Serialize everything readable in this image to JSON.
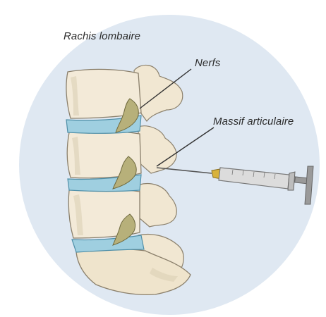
{
  "diagram": {
    "title": "Rachis lombaire",
    "labels": {
      "nerves": "Nerfs",
      "facet_joint": "Massif articulaire"
    },
    "colors": {
      "background_circle": "#dfe8f2",
      "bone": "#f3ead8",
      "bone_shade": "#d9cdb2",
      "bone_outline": "#8b806c",
      "disc": "#9fcfe0",
      "disc_outline": "#4f8fa8",
      "nerve": "#b7b07a",
      "nerve_dark": "#6f6a3e",
      "needle": "#555555",
      "syringe_body": "#dcdcdc",
      "syringe_plunger": "#9a9a9a",
      "syringe_hub": "#d8b23a"
    }
  }
}
